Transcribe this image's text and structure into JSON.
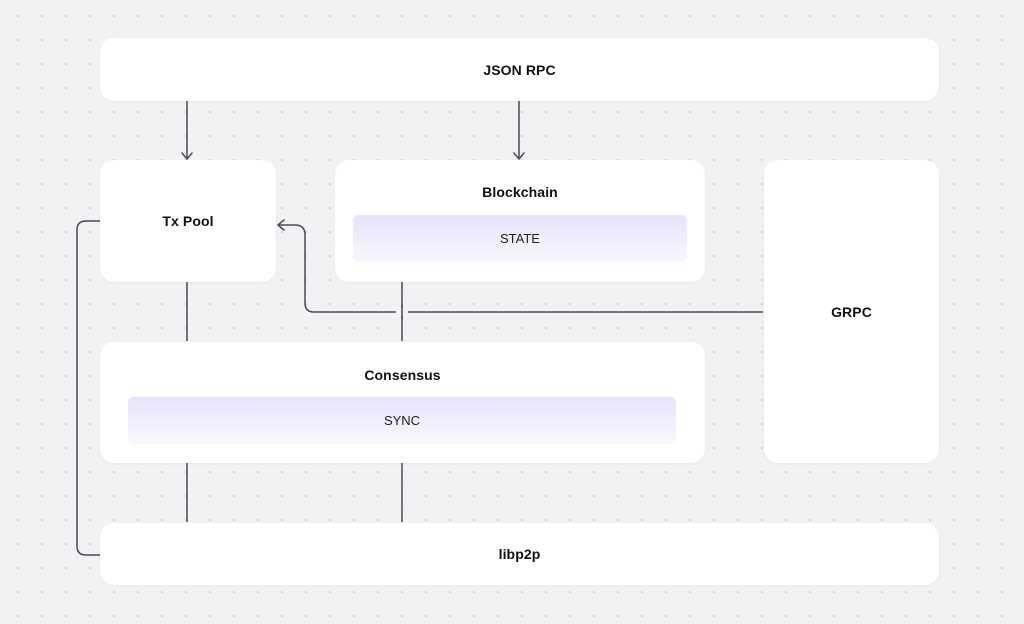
{
  "diagram": {
    "nodes": {
      "json_rpc": {
        "label": "JSON RPC"
      },
      "tx_pool": {
        "label": "Tx Pool"
      },
      "blockchain": {
        "label": "Blockchain",
        "inner": "STATE"
      },
      "grpc": {
        "label": "GRPC"
      },
      "consensus": {
        "label": "Consensus",
        "inner": "SYNC"
      },
      "libp2p": {
        "label": "libp2p"
      }
    },
    "edges": [
      {
        "from": "json_rpc",
        "to": "tx_pool",
        "arrow": true
      },
      {
        "from": "json_rpc",
        "to": "blockchain",
        "arrow": true
      },
      {
        "from": "grpc",
        "to": "tx_pool",
        "arrow": true
      },
      {
        "from": "tx_pool",
        "to": "consensus",
        "arrow": false
      },
      {
        "from": "blockchain",
        "to": "consensus",
        "arrow": false
      },
      {
        "from": "consensus",
        "to": "libp2p",
        "arrow": false
      },
      {
        "from": "tx_pool",
        "to": "libp2p",
        "arrow": false
      }
    ],
    "colors": {
      "background": "#f2f2f4",
      "box": "#ffffff",
      "line": "#4a4a52",
      "inner_gradient_top": "#e7e2fb",
      "inner_gradient_bottom": "#f8f7fd"
    }
  }
}
